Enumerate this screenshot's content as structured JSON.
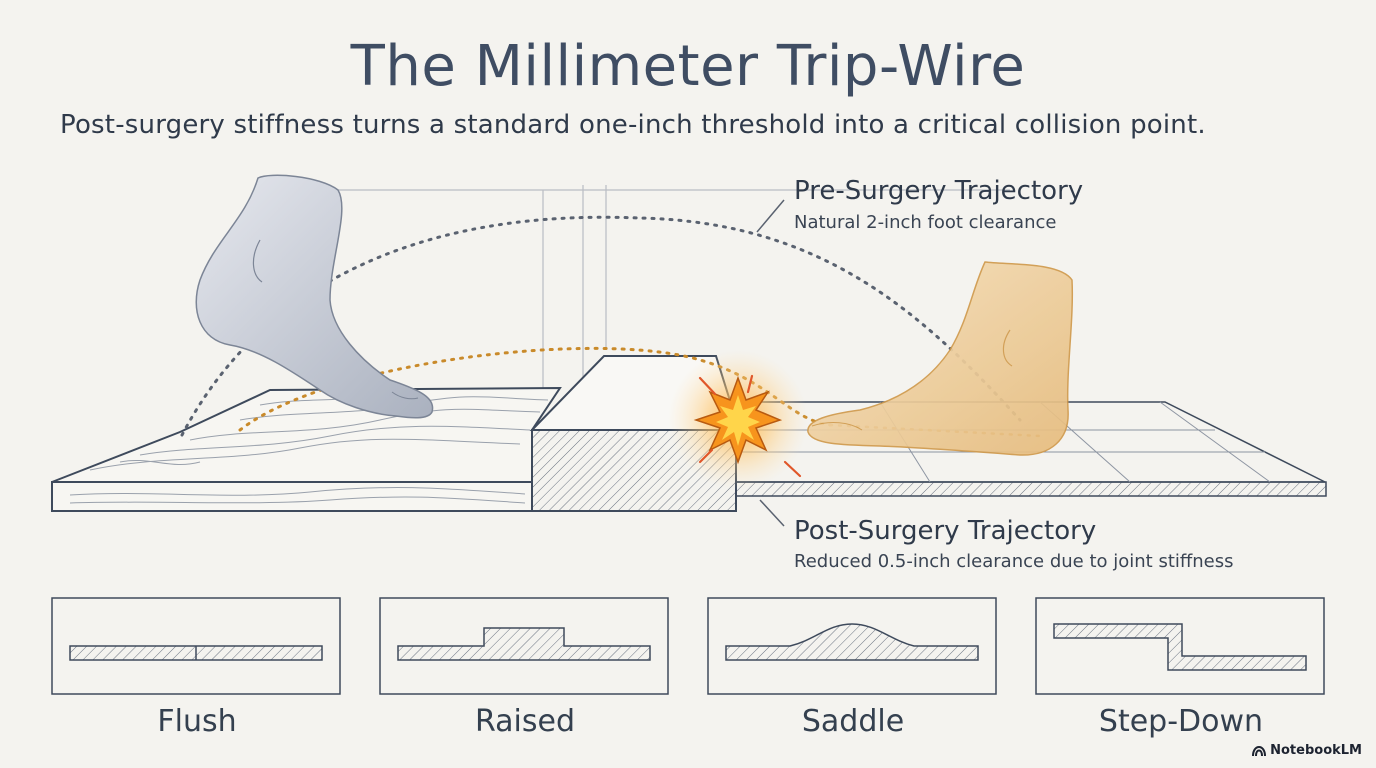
{
  "title": "The Millimeter Trip-Wire",
  "subtitle": "Post-surgery stiffness turns a standard one-inch threshold into a critical collision point.",
  "pre_surgery": {
    "title": "Pre-Surgery Trajectory",
    "desc": "Natural 2-inch foot clearance"
  },
  "post_surgery": {
    "title": "Post-Surgery Trajectory",
    "desc": "Reduced 0.5-inch clearance due to joint stiffness"
  },
  "threshold_types": [
    {
      "label": "Flush"
    },
    {
      "label": "Raised"
    },
    {
      "label": "Saddle"
    },
    {
      "label": "Step-Down"
    }
  ],
  "brand": "NotebookLM",
  "colors": {
    "line": "#3e4a5c",
    "pre_trajectory": "#5a6270",
    "post_trajectory": "#c98a2a",
    "impact": "#f4a11c",
    "ghost_foot": "#c3c8d2",
    "post_foot": "#f0d4a6"
  }
}
